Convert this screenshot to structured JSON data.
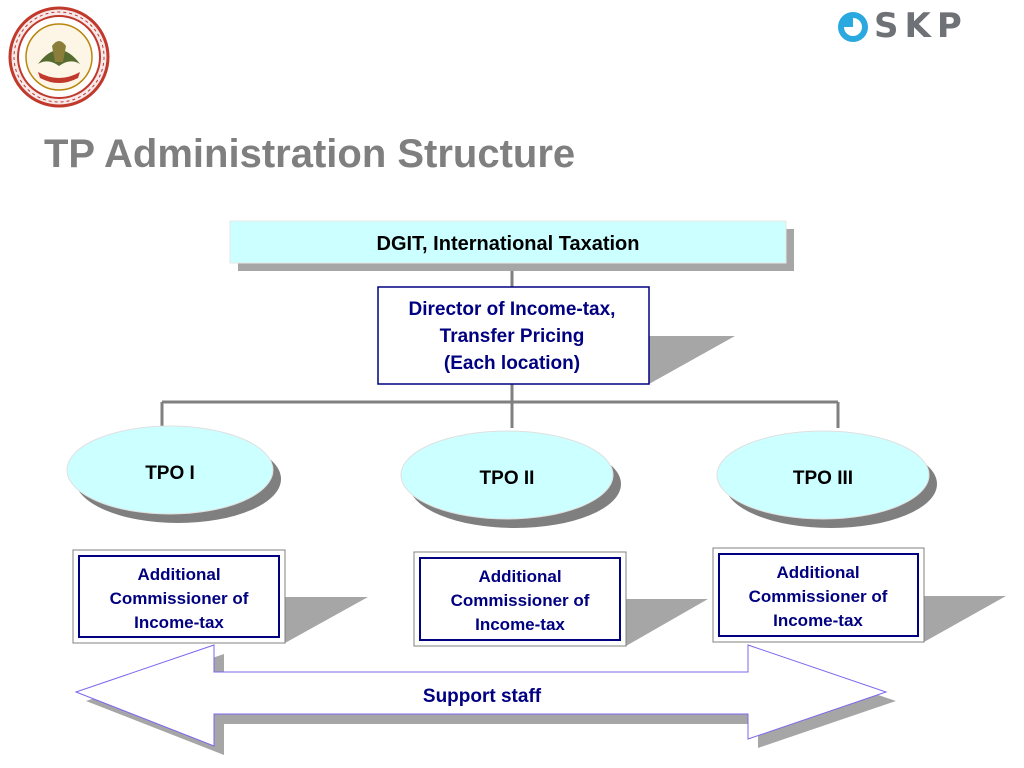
{
  "slide": {
    "title": "TP Administration Structure",
    "brand": "SKP"
  },
  "logos": {
    "left_seal": "institute-seal",
    "right_brand": "skp-logo"
  },
  "nodes": {
    "dgit": "DGIT, International Taxation",
    "director": {
      "line1": "Director of Income-tax,",
      "line2": "Transfer Pricing",
      "line3": "(Each location)"
    },
    "tpos": [
      "TPO I",
      "TPO II",
      "TPO III"
    ],
    "addl": [
      {
        "line1": "Additional",
        "line2": "Commissioner of",
        "line3": "Income-tax"
      },
      {
        "line1": "Additional",
        "line2": "Commissioner of",
        "line3": "Income-tax"
      },
      {
        "line1": "Additional",
        "line2": "Commissioner of",
        "line3": "Income-tax"
      }
    ],
    "support": "Support staff"
  },
  "colors": {
    "title": "#7f7f7f",
    "node_fill": "#ccffff",
    "node_text": "#000080",
    "border": "#000080",
    "shadow": "#a6a6a6",
    "connector": "#808080",
    "arrow_outline": "#7b68ee",
    "brand_blue": "#2aa8e0",
    "brand_gray": "#6e7175"
  }
}
